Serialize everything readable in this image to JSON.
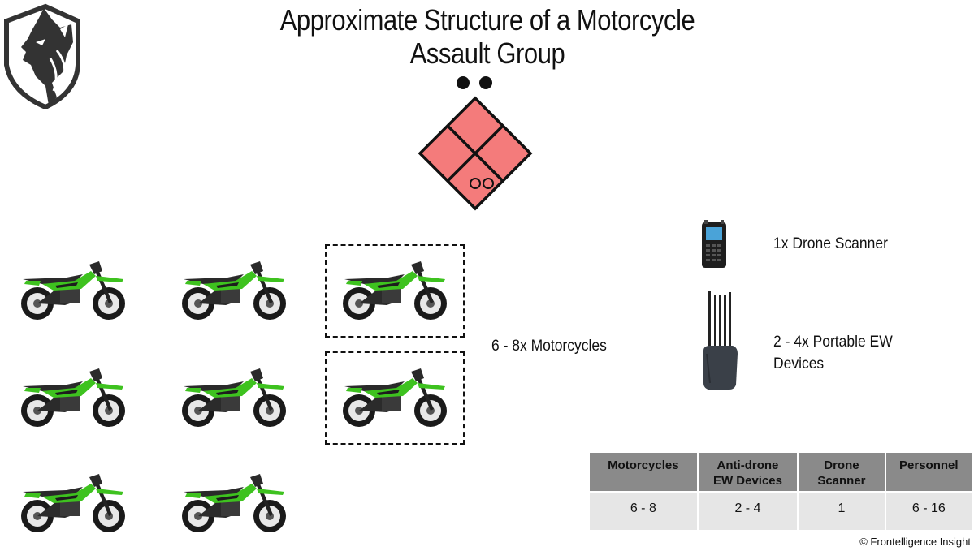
{
  "title": {
    "line1": "Approximate Structure of a Motorcycle",
    "line2": "Assault Group"
  },
  "logo": {
    "icon": "lion-shield-icon",
    "color": "#333333"
  },
  "unit_symbol": {
    "icon": "hostile-unit-diamond-icon",
    "fill": "#f47b7b",
    "stroke": "#111111",
    "echelon_dots": 2,
    "inner_circles": 2
  },
  "motorcycles": {
    "count_shown": 8,
    "optional_count": 2,
    "label": "6 - 8x Motorcycles",
    "accent": "#3ec21f"
  },
  "equipment": [
    {
      "icon": "drone-scanner-icon",
      "label": "1x Drone Scanner"
    },
    {
      "icon": "portable-ew-device-icon",
      "label_line1": "2 - 4x Portable EW",
      "label_line2": "Devices"
    }
  ],
  "summary_table": {
    "headers": [
      {
        "line1": "Motorcycles",
        "line2": ""
      },
      {
        "line1": "Anti-drone",
        "line2": "EW Devices"
      },
      {
        "line1": "Drone",
        "line2": "Scanner"
      },
      {
        "line1": "Personnel",
        "line2": ""
      }
    ],
    "values": [
      "6 - 8",
      "2 - 4",
      "1",
      "6 - 16"
    ]
  },
  "copyright": "© Frontelligence Insight"
}
